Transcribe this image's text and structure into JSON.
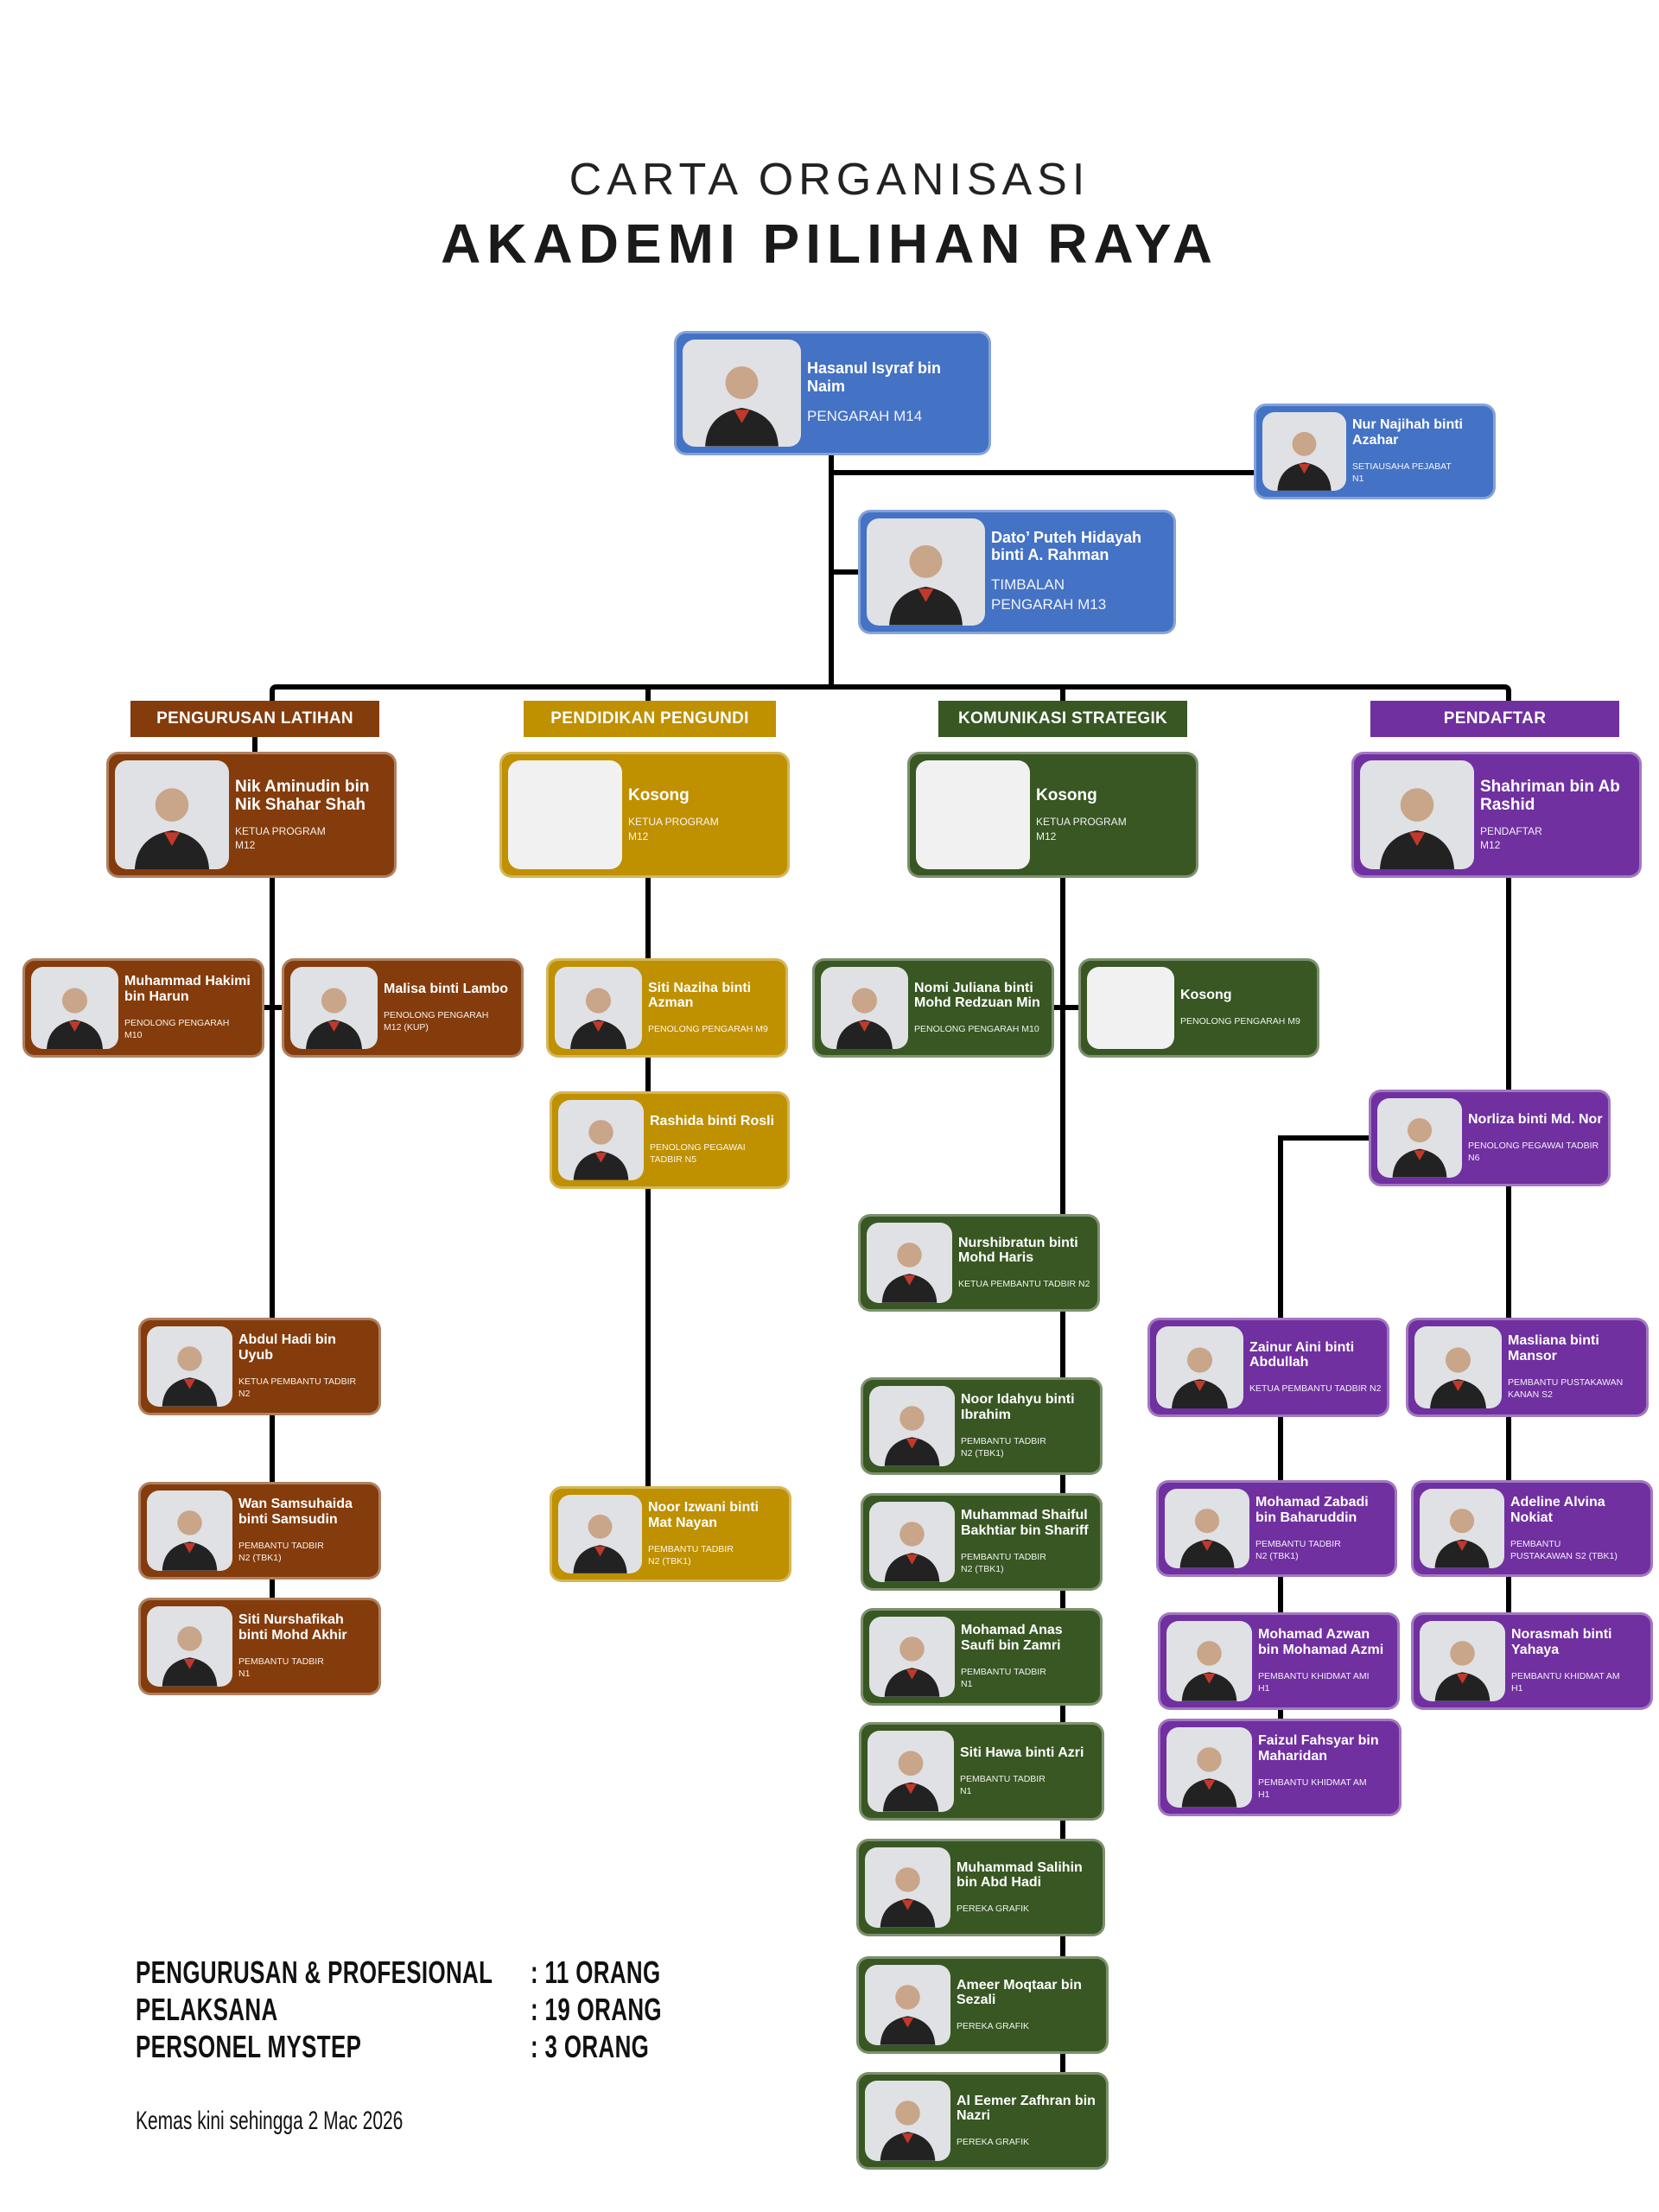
{
  "header": {
    "subtitle": "CARTA ORGANISASI",
    "title": "AKADEMI PILIHAN RAYA"
  },
  "colors": {
    "pengarah": "#4472C4",
    "latihan": "#843C0C",
    "pengundi": "#BF9000",
    "komunikasi": "#385723",
    "pendaftar": "#7030A0"
  },
  "departments": {
    "latihan": "PENGURUSAN LATIHAN",
    "pengundi": "PENDIDIKAN PENGUNDI",
    "komunikasi": "KOMUNIKASI STRATEGIK",
    "pendaftar": "PENDAFTAR"
  },
  "cards": {
    "director": {
      "name": "Hasanul Isyraf bin Naim",
      "title": [
        "PENGARAH M14"
      ]
    },
    "secretary": {
      "name": "Nur Najihah binti Azahar",
      "title": [
        "SETIAUSAHA PEJABAT",
        "N1"
      ]
    },
    "deputy": {
      "name": "Dato’ Puteh Hidayah binti A. Rahman",
      "title": [
        "TIMBALAN",
        "PENGARAH M13"
      ]
    },
    "latihan_head": {
      "name": "Nik Aminudin bin Nik Shahar Shah",
      "title": [
        "KETUA PROGRAM",
        "M12"
      ]
    },
    "pengundi_head": {
      "name": "Kosong",
      "title": [
        "KETUA PROGRAM",
        "M12"
      ]
    },
    "komunikasi_head": {
      "name": "Kosong",
      "title": [
        "KETUA PROGRAM",
        "M12"
      ]
    },
    "pendaftar_head": {
      "name": "Shahriman bin Ab Rashid",
      "title": [
        "PENDAFTAR",
        "M12"
      ]
    },
    "hakimi": {
      "name": "Muhammad Hakimi bin Harun",
      "title": [
        "PENOLONG PENGARAH",
        "M10"
      ]
    },
    "malisa": {
      "name": "Malisa binti Lambo",
      "title": [
        "PENOLONG PENGARAH",
        "M12 (KUP)"
      ]
    },
    "naziha": {
      "name": "Siti Naziha binti Azman",
      "title": [
        "PENOLONG PENGARAH M9"
      ]
    },
    "nomi": {
      "name": "Nomi Juliana binti Mohd Redzuan Min",
      "title": [
        "PENOLONG PENGARAH M10"
      ]
    },
    "kosong_m9": {
      "name": "Kosong",
      "title": [
        "PENOLONG PENGARAH M9"
      ]
    },
    "rashida": {
      "name": "Rashida binti Rosli",
      "title": [
        "PENOLONG PEGAWAI",
        "TADBIR N5"
      ]
    },
    "norliza": {
      "name": "Norliza binti Md. Nor",
      "title": [
        "PENOLONG PEGAWAI TADBIR",
        "N6"
      ]
    },
    "nurshibratun": {
      "name": "Nurshibratun binti Mohd Haris",
      "title": [
        "KETUA PEMBANTU TADBIR N2"
      ]
    },
    "abdulhadi": {
      "name": "Abdul Hadi bin Uyub",
      "title": [
        "KETUA PEMBANTU TADBIR",
        "N2"
      ]
    },
    "zainur": {
      "name": "Zainur Aini binti Abdullah",
      "title": [
        "KETUA PEMBANTU TADBIR N2"
      ]
    },
    "masliana": {
      "name": "Masliana binti Mansor",
      "title": [
        "PEMBANTU PUSTAKAWAN",
        "KANAN S2"
      ]
    },
    "idahyu": {
      "name": "Noor Idahyu binti Ibrahim",
      "title": [
        "PEMBANTU TADBIR",
        "N2 (TBK1)"
      ]
    },
    "wan": {
      "name": "Wan Samsuhaida binti Samsudin",
      "title": [
        "PEMBANTU TADBIR",
        "N2 (TBK1)"
      ]
    },
    "izwani": {
      "name": "Noor Izwani binti Mat Nayan",
      "title": [
        "PEMBANTU TADBIR",
        "N2 (TBK1)"
      ]
    },
    "zabadi": {
      "name": "Mohamad Zabadi bin Baharuddin",
      "title": [
        "PEMBANTU TADBIR",
        "N2 (TBK1)"
      ]
    },
    "adeline": {
      "name": "Adeline Alvina Nokiat",
      "title": [
        "PEMBANTU",
        "PUSTAKAWAN S2 (TBK1)"
      ]
    },
    "shaiful": {
      "name": "Muhammad Shaiful Bakhtiar bin Shariff",
      "title": [
        "PEMBANTU TADBIR",
        "N2 (TBK1)"
      ]
    },
    "nurshafikah": {
      "name": "Siti Nurshafikah binti Mohd Akhir",
      "title": [
        "PEMBANTU TADBIR",
        "N1"
      ]
    },
    "anas": {
      "name": "Mohamad Anas Saufi bin Zamri",
      "title": [
        "PEMBANTU TADBIR",
        "N1"
      ]
    },
    "azwan": {
      "name": "Mohamad Azwan bin Mohamad Azmi",
      "title": [
        "PEMBANTU KHIDMAT AMI",
        "H1"
      ]
    },
    "norasmah": {
      "name": "Norasmah binti Yahaya",
      "title": [
        "PEMBANTU KHIDMAT AM",
        "H1"
      ]
    },
    "faizul": {
      "name": "Faizul Fahsyar bin Maharidan",
      "title": [
        "PEMBANTU KHIDMAT AM",
        "H1"
      ]
    },
    "sitihawa": {
      "name": "Siti Hawa binti Azri",
      "title": [
        "PEMBANTU TADBIR",
        "N1"
      ]
    },
    "salihin": {
      "name": "Muhammad Salihin bin Abd Hadi",
      "title": [
        "PEREKA GRAFIK"
      ]
    },
    "ameer": {
      "name": "Ameer Moqtaar bin Sezali",
      "title": [
        "PEREKA GRAFIK"
      ]
    },
    "aleemer": {
      "name": "Al Eemer Zafhran bin Nazri",
      "title": [
        "PEREKA GRAFIK"
      ]
    }
  },
  "summary": [
    {
      "label": "PENGURUSAN & PROFESIONAL",
      "value": ": 11 ORANG"
    },
    {
      "label": "PELAKSANA",
      "value": ": 19 ORANG"
    },
    {
      "label": "PERSONEL MYSTEP",
      "value": ": 3 ORANG"
    }
  ],
  "updated": "Kemas kini sehingga 2 Mac 2026"
}
